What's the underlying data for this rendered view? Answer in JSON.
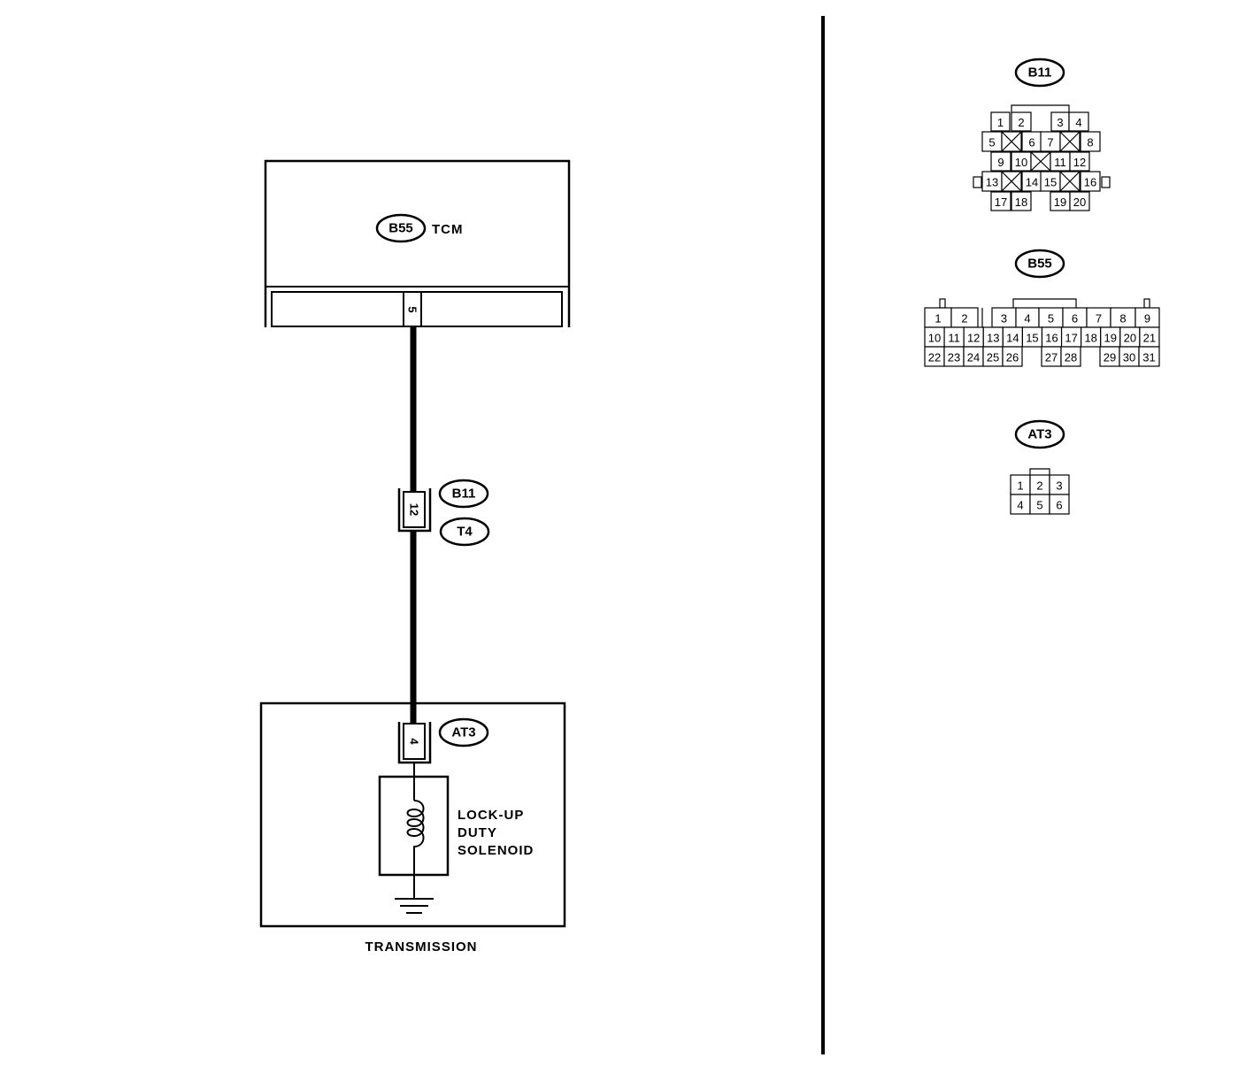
{
  "components": {
    "tcm": {
      "connector": "B55",
      "label": "TCM",
      "pin": "5"
    },
    "joint": {
      "connectors": [
        "B11",
        "T4"
      ],
      "pin": "12"
    },
    "transmission": {
      "connector": "AT3",
      "pin": "4",
      "label": "TRANSMISSION"
    },
    "solenoid": {
      "label_lines": [
        "LOCK-UP",
        "DUTY",
        "SOLENOID"
      ]
    }
  },
  "connector_views": {
    "b11": {
      "name": "B11",
      "rows": [
        [
          "1",
          "2",
          "3",
          "4"
        ],
        [
          "5",
          "6",
          "7",
          "8"
        ],
        [
          "9",
          "10",
          "11",
          "12"
        ],
        [
          "13",
          "14",
          "15",
          "16"
        ],
        [
          "17",
          "18",
          "19",
          "20"
        ]
      ]
    },
    "b55": {
      "name": "B55",
      "rows": [
        [
          "1",
          "2",
          "3",
          "4",
          "5",
          "6",
          "7",
          "8",
          "9"
        ],
        [
          "10",
          "11",
          "12",
          "13",
          "14",
          "15",
          "16",
          "17",
          "18",
          "19",
          "20",
          "21"
        ],
        [
          "22",
          "23",
          "24",
          "25",
          "26",
          "27",
          "28",
          "29",
          "30",
          "31"
        ]
      ]
    },
    "at3": {
      "name": "AT3",
      "rows": [
        [
          "1",
          "2",
          "3"
        ],
        [
          "4",
          "5",
          "6"
        ]
      ]
    }
  }
}
